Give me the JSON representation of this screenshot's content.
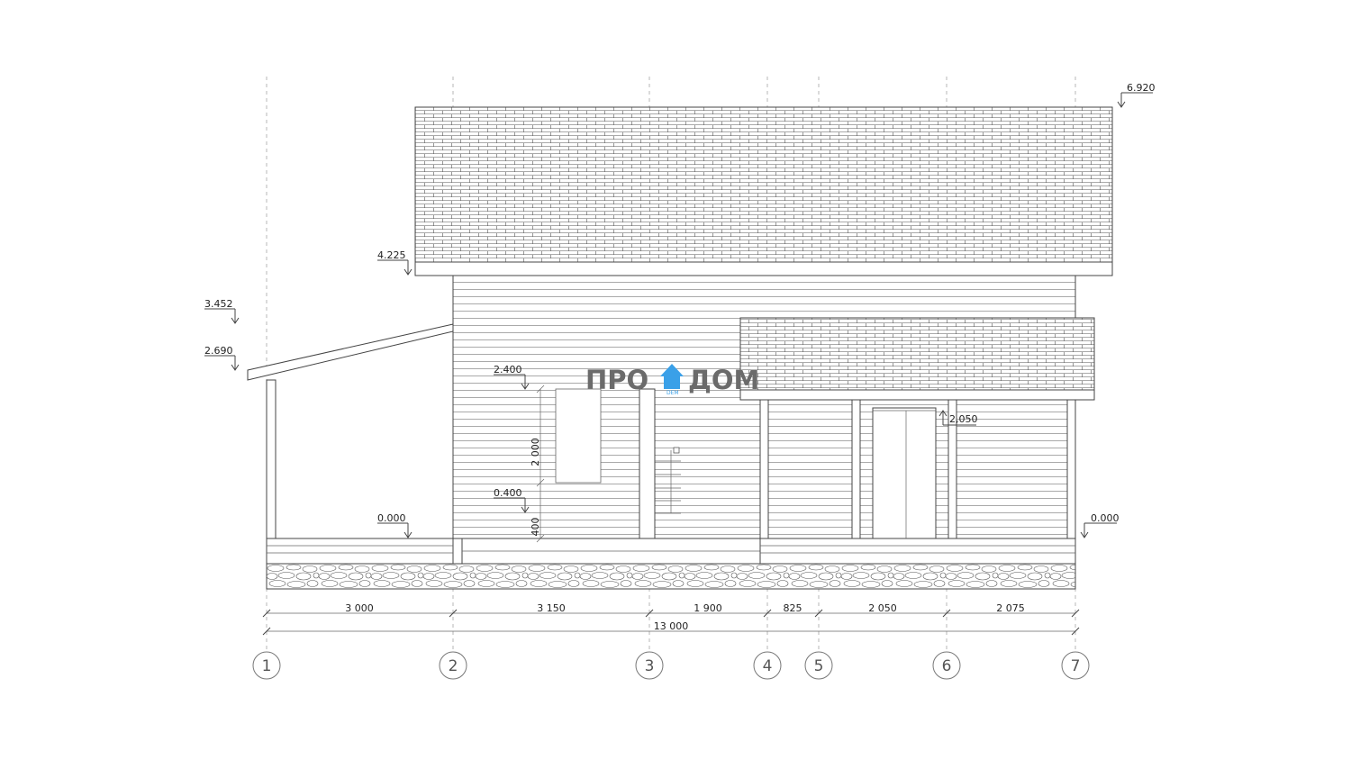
{
  "logo": {
    "left": "ПРО",
    "right": "ДОМ",
    "sub": "DEM",
    "accent": "#3aa0e8"
  },
  "elevations": {
    "roof_top": "6.920",
    "eave_main": "4.225",
    "porch_roof_top": "3.452",
    "porch_roof_eave": "2.690",
    "window_top": "2.400",
    "window_sill": "0.400",
    "ground_left": "0.000",
    "ground_right": "0.000",
    "door_top": "2,050"
  },
  "vertical_dims": {
    "window_height": "2 000",
    "sill_height": "400"
  },
  "spans": [
    "3 000",
    "3 150",
    "1 900",
    "825",
    "2 050",
    "2 075"
  ],
  "overall": "13 000",
  "axes": [
    "1",
    "2",
    "3",
    "4",
    "5",
    "6",
    "7"
  ]
}
